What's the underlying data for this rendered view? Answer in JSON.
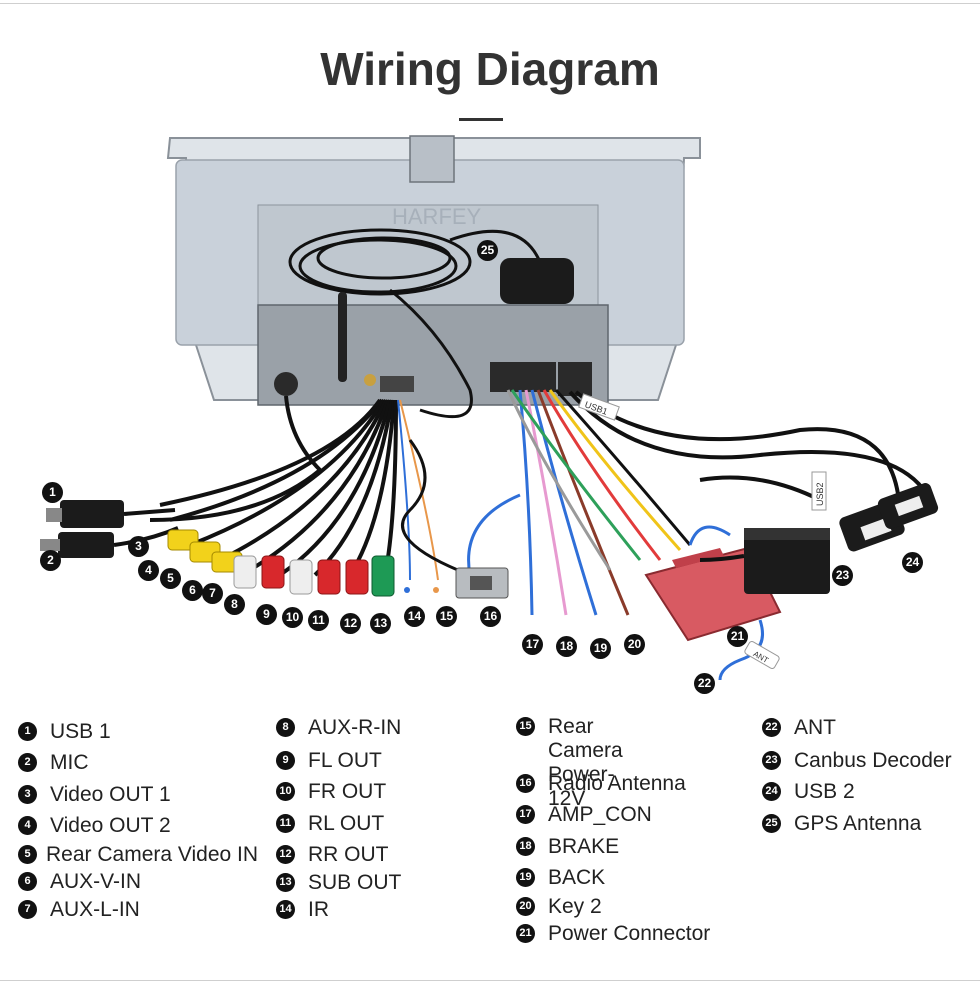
{
  "title": "Wiring Diagram",
  "watermark": "HARFEY",
  "sticker_usb1": "USB1",
  "sticker_usb2": "USB2",
  "sticker_ant": "ANT",
  "markers": [
    "1",
    "2",
    "3",
    "4",
    "5",
    "6",
    "7",
    "8",
    "9",
    "10",
    "11",
    "12",
    "13",
    "14",
    "15",
    "16",
    "17",
    "18",
    "19",
    "20",
    "21",
    "22",
    "23",
    "24",
    "25"
  ],
  "legend": [
    {
      "num": "1",
      "label": "USB 1"
    },
    {
      "num": "2",
      "label": "MIC"
    },
    {
      "num": "3",
      "label": "Video OUT 1"
    },
    {
      "num": "4",
      "label": "Video OUT 2"
    },
    {
      "num": "5",
      "label": "Rear Camera Video IN"
    },
    {
      "num": "6",
      "label": "AUX-V-IN"
    },
    {
      "num": "7",
      "label": "AUX-L-IN"
    },
    {
      "num": "8",
      "label": "AUX-R-IN"
    },
    {
      "num": "9",
      "label": "FL OUT"
    },
    {
      "num": "10",
      "label": "FR OUT"
    },
    {
      "num": "11",
      "label": "RL OUT"
    },
    {
      "num": "12",
      "label": "RR OUT"
    },
    {
      "num": "13",
      "label": "SUB OUT"
    },
    {
      "num": "14",
      "label": "IR"
    },
    {
      "num": "15",
      "label": "Rear Camera\nPower-12V"
    },
    {
      "num": "16",
      "label": "Radio Antenna"
    },
    {
      "num": "17",
      "label": "AMP_CON"
    },
    {
      "num": "18",
      "label": "BRAKE"
    },
    {
      "num": "19",
      "label": "BACK"
    },
    {
      "num": "20",
      "label": "Key 2"
    },
    {
      "num": "21",
      "label": "Power Connector"
    },
    {
      "num": "22",
      "label": "ANT"
    },
    {
      "num": "23",
      "label": "Canbus Decoder"
    },
    {
      "num": "24",
      "label": "USB 2"
    },
    {
      "num": "25",
      "label": "GPS Antenna"
    }
  ],
  "colors": {
    "marker": "#111111",
    "unit_body": "#c9d1da",
    "rca_yellow": "#f2d21b",
    "rca_white": "#eeeeee",
    "rca_red": "#d8282c",
    "rca_green": "#1e9a55",
    "power_connector": "#d85a62",
    "wire_blue": "#2f6fd8"
  }
}
